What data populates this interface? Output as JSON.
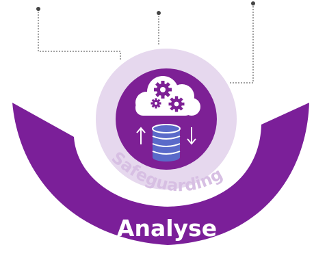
{
  "labels": {
    "outer_ring": "Analyse",
    "inner_ring": "Safeguarding"
  },
  "icons": {
    "center": "cloud-gears-database-icon",
    "upload": "arrow-up-icon",
    "download": "arrow-down-icon"
  },
  "colors": {
    "outer_ring": "#7b1f99",
    "inner_ring": "#e6d8ee",
    "center_circle": "#7d2095",
    "cloud": "#ffffff",
    "gears": "#7d2095",
    "database": "#5a6ac9",
    "connector_lines": "#444444",
    "inner_label": "#d7bfe3",
    "outer_label": "#ffffff"
  },
  "connectors": [
    "connector-left",
    "connector-middle",
    "connector-right"
  ]
}
